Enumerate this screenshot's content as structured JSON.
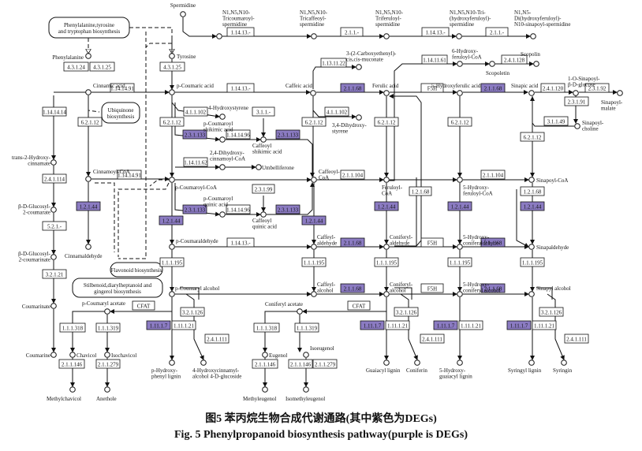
{
  "colors": {
    "deg": "#8B7BC2",
    "line": "#111111",
    "box_border": "#111111"
  },
  "caption": {
    "cn": "图5   苯丙烷生物合成代谢通路(其中紫色为DEGs)",
    "en": "Fig. 5    Phenylpropanoid biosynthesis pathway(purple is DEGs)"
  },
  "maps": [
    {
      "id": "m1",
      "label": [
        "Phenylalanine,tyrosine",
        "and tryptophan biosynthesis"
      ]
    },
    {
      "id": "m2",
      "label": [
        "Ubiquinone",
        "biosynthesis"
      ]
    },
    {
      "id": "m3",
      "label": [
        "Flavonoid biosynthesis"
      ]
    },
    {
      "id": "m4",
      "label": [
        "Stilbenoid,diarylheptanoid and",
        "gingerol biosynthesis"
      ]
    }
  ],
  "compounds": [
    {
      "id": "spermidine",
      "label": [
        "Spermidine"
      ]
    },
    {
      "id": "phenylalanine",
      "label": [
        "Phenylalanine"
      ]
    },
    {
      "id": "tyrosine",
      "label": [
        "Tyrosine"
      ]
    },
    {
      "id": "cinnamic",
      "label": [
        "Cinnamic acid"
      ]
    },
    {
      "id": "pcoumaric",
      "label": [
        "p-Coumaric acid"
      ]
    },
    {
      "id": "tricoumaroyl",
      "label": [
        "N1,N5,N10-",
        "Tricoumaroyl-",
        "spermidine"
      ]
    },
    {
      "id": "tricaffeoyl",
      "label": [
        "N1,N5,N10-",
        "Tricaffeoyl-",
        "spermidine"
      ]
    },
    {
      "id": "triferuloyl",
      "label": [
        "N1,N5,N10-",
        "Triferuloyl-",
        "spermidine"
      ]
    },
    {
      "id": "trihydroxyferuloyl",
      "label": [
        "N1,N5,N10-Tri-",
        "(hydroxyferuloyl)-",
        "spermidine"
      ]
    },
    {
      "id": "dihydroxyferuloyl",
      "label": [
        "N1,N5-",
        "Di(hydroxyferuloyl)-",
        "N10-sinapoyl-spermidine"
      ]
    },
    {
      "id": "carboxyethenyl",
      "label": [
        "3-(2-Carboxyethenyl)-",
        "cis,cis-muconate"
      ]
    },
    {
      "id": "hydroxyferuloylcoa6",
      "label": [
        "6-Hydroxy-",
        "feruloyl-CoA"
      ]
    },
    {
      "id": "scopoletin",
      "label": [
        "Scopoletin"
      ]
    },
    {
      "id": "scopolin",
      "label": [
        "Scopolin"
      ]
    },
    {
      "id": "hydroxystyrene",
      "label": [
        "4-Hydroxystyrene"
      ]
    },
    {
      "id": "caffeic",
      "label": [
        "Caffeic acid"
      ]
    },
    {
      "id": "ferulic",
      "label": [
        "Ferulic acid"
      ]
    },
    {
      "id": "hydroxyferulic",
      "label": [
        "5-Hydroxyferulic acid"
      ]
    },
    {
      "id": "sinapic",
      "label": [
        "Sinapic acid"
      ]
    },
    {
      "id": "sinapoylglucose",
      "label": [
        "1-O-Sinapoyl-",
        "β-D-glucose"
      ]
    },
    {
      "id": "sinapoylmalate",
      "label": [
        "Sinapoyl-",
        "malate"
      ]
    },
    {
      "id": "sinapoylcholine",
      "label": [
        "Sinapoyl-",
        "choline"
      ]
    },
    {
      "id": "dihydroxystyrene",
      "label": [
        "3,4-Dihydroxy-",
        "styrene"
      ]
    },
    {
      "id": "pcoumaroylshikimic",
      "label": [
        "p-Coumaroyl",
        "shikimic acid"
      ]
    },
    {
      "id": "caffeoylshikimic",
      "label": [
        "Caffeoyl",
        "shikimic acid"
      ]
    },
    {
      "id": "dihydroxycinnamoyl",
      "label": [
        "2,4-Dihydroxy-",
        "cinnamoyl-CoA"
      ]
    },
    {
      "id": "umbelliferone",
      "label": [
        "Umbelliferone"
      ]
    },
    {
      "id": "transhydroxycinnamate",
      "label": [
        "trans-2-Hydroxy-",
        "cinnamate"
      ]
    },
    {
      "id": "glucosyl2coumarate",
      "label": [
        "β-D-Glucosyl-",
        "2-coumarate"
      ]
    },
    {
      "id": "glucosyl2coumarinate",
      "label": [
        "β-D-Glucosyl-",
        "2-coumarinate"
      ]
    },
    {
      "id": "coumarinate",
      "label": [
        "Coumarinate"
      ]
    },
    {
      "id": "coumarine",
      "label": [
        "Coumarine"
      ]
    },
    {
      "id": "cinnamoylcoa",
      "label": [
        "Cinnamoyl-CoA"
      ]
    },
    {
      "id": "pcoumaroylcoa",
      "label": [
        "p-Coumaroyl-CoA"
      ]
    },
    {
      "id": "caffeoylcoa",
      "label": [
        "Caffeoyl-",
        "CoA"
      ]
    },
    {
      "id": "feruloylcoa",
      "label": [
        "Feruloyl-",
        "CoA"
      ]
    },
    {
      "id": "hydroxyferuloylcoa5",
      "label": [
        "5-Hydroxy-",
        "feruloyl-CoA"
      ]
    },
    {
      "id": "sinapoylcoa",
      "label": [
        "Sinapoyl-CoA"
      ]
    },
    {
      "id": "pcoumaroylquinic",
      "label": [
        "p-Coumaroyl",
        "quinic acid"
      ]
    },
    {
      "id": "caffeoylquinic",
      "label": [
        "Caffeoyl",
        "quinic acid"
      ]
    },
    {
      "id": "cinnamaldehyde",
      "label": [
        "Cinnamaldehyde"
      ]
    },
    {
      "id": "pcoumaraldehyde",
      "label": [
        "p-Coumaraldehyde"
      ]
    },
    {
      "id": "caffeylaldehyde",
      "label": [
        "Caffeyl-",
        "aldehyde"
      ]
    },
    {
      "id": "coniferylaldehyde",
      "label": [
        "Coniferyl-",
        "aldehyde"
      ]
    },
    {
      "id": "hydroxyconiferaldehyde",
      "label": [
        "5-Hydroxy-",
        "coniferaldehyde"
      ]
    },
    {
      "id": "sinapaldehyde",
      "label": [
        "Sinapaldehyde"
      ]
    },
    {
      "id": "pcoumarylalcohol",
      "label": [
        "p-Coumaryl alcohol"
      ]
    },
    {
      "id": "caffeylalcohol",
      "label": [
        "Caffeyl-",
        "alcohol"
      ]
    },
    {
      "id": "coniferylalcohol",
      "label": [
        "Coniferyl-",
        "alcohol"
      ]
    },
    {
      "id": "hydroxyconiferylalcohol",
      "label": [
        "5-Hydroxy-",
        "coniferyl alcohol"
      ]
    },
    {
      "id": "sinapylalcohol",
      "label": [
        "Sinapyl alcohol"
      ]
    },
    {
      "id": "pcoumarylacetate",
      "label": [
        "p-Coumaryl acetate"
      ]
    },
    {
      "id": "coniferylacetate",
      "label": [
        "Coniferyl acetate"
      ]
    },
    {
      "id": "chavicol",
      "label": [
        "Chavicol"
      ]
    },
    {
      "id": "isochavicol",
      "label": [
        "Isochavicol"
      ]
    },
    {
      "id": "methylchavicol",
      "label": [
        "Methylchavicol"
      ]
    },
    {
      "id": "anethole",
      "label": [
        "Anethole"
      ]
    },
    {
      "id": "eugenol",
      "label": [
        "Eugenol"
      ]
    },
    {
      "id": "isoeugenol",
      "label": [
        "Isoeugenol"
      ]
    },
    {
      "id": "methyleugenol",
      "label": [
        "Methyleugenol"
      ]
    },
    {
      "id": "isomethyleugenol",
      "label": [
        "Isomethyleugenol"
      ]
    },
    {
      "id": "phydroxyphenyllignin",
      "label": [
        "p-Hydroxy-",
        "phenyl lignin"
      ]
    },
    {
      "id": "hydroxycinnamylglucoside",
      "label": [
        "4-Hydroxycinnamyl-",
        "alcohol 4-D-glucoside"
      ]
    },
    {
      "id": "guaiacyllignin",
      "label": [
        "Guaiacyl lignin"
      ]
    },
    {
      "id": "coniferin",
      "label": [
        "Coniferin"
      ]
    },
    {
      "id": "hydroxyguaiacyllignin",
      "label": [
        "5-Hydroxy-",
        "guaiacyl lignin"
      ]
    },
    {
      "id": "syringyllignin",
      "label": [
        "Syringyl lignin"
      ]
    },
    {
      "id": "syringin",
      "label": [
        "Syringin"
      ]
    }
  ],
  "enzymes": [
    {
      "id": "e1",
      "label": "4.3.1.24",
      "deg": false
    },
    {
      "id": "e2",
      "label": "4.3.1.25",
      "deg": false
    },
    {
      "id": "e3",
      "label": "4.3.1.25",
      "deg": false
    },
    {
      "id": "e4",
      "label": "1.14.14.91",
      "deg": false
    },
    {
      "id": "e5",
      "label": "1.14.13.-",
      "deg": false
    },
    {
      "id": "e6",
      "label": "2.1.1.-",
      "deg": false
    },
    {
      "id": "e7",
      "label": "1.14.13.-",
      "deg": false
    },
    {
      "id": "e8",
      "label": "2.1.1.-",
      "deg": false
    },
    {
      "id": "e9",
      "label": "1.13.11.22",
      "deg": false
    },
    {
      "id": "e10",
      "label": "1.14.11.61",
      "deg": false
    },
    {
      "id": "e11",
      "label": "2.4.1.128",
      "deg": false
    },
    {
      "id": "e12",
      "label": "1.14.13.-",
      "deg": false
    },
    {
      "id": "e13",
      "label": "2.1.1.68",
      "deg": true
    },
    {
      "id": "e14",
      "label": "F5H",
      "deg": false
    },
    {
      "id": "e15",
      "label": "2.1.1.68",
      "deg": true
    },
    {
      "id": "e16",
      "label": "2.4.1.120",
      "deg": false
    },
    {
      "id": "e17",
      "label": "2.3.1.92",
      "deg": false
    },
    {
      "id": "e18",
      "label": "2.3.1.91",
      "deg": false
    },
    {
      "id": "e19",
      "label": "3.1.1.49",
      "deg": false
    },
    {
      "id": "e20",
      "label": "1.14.14.14",
      "deg": false
    },
    {
      "id": "e21",
      "label": "6.2.1.12",
      "deg": false
    },
    {
      "id": "e22",
      "label": "4.1.1.102",
      "deg": false
    },
    {
      "id": "e23",
      "label": "6.2.1.12",
      "deg": false
    },
    {
      "id": "e24",
      "label": "3.1.1.-",
      "deg": false
    },
    {
      "id": "e25",
      "label": "4.1.1.102",
      "deg": false
    },
    {
      "id": "e26",
      "label": "6.2.1.12",
      "deg": false
    },
    {
      "id": "e27",
      "label": "6.2.1.12",
      "deg": false
    },
    {
      "id": "e28",
      "label": "6.2.1.12",
      "deg": false
    },
    {
      "id": "e29",
      "label": "6.2.1.12",
      "deg": false
    },
    {
      "id": "e30",
      "label": "2.3.1.133",
      "deg": true
    },
    {
      "id": "e31",
      "label": "1.14.14.96",
      "deg": false
    },
    {
      "id": "e32",
      "label": "2.3.1.133",
      "deg": true
    },
    {
      "id": "e33",
      "label": "1.14.11.62",
      "deg": false
    },
    {
      "id": "e34",
      "label": "2.4.1.114",
      "deg": false
    },
    {
      "id": "e35",
      "label": "1.14.14.91",
      "deg": false
    },
    {
      "id": "e36",
      "label": "2.1.1.104",
      "deg": false
    },
    {
      "id": "e37",
      "label": "2.1.1.104",
      "deg": false
    },
    {
      "id": "e38",
      "label": "1.2.1.68",
      "deg": false
    },
    {
      "id": "e39",
      "label": "1.2.1.68",
      "deg": false
    },
    {
      "id": "e40",
      "label": "2.3.1.99",
      "deg": false
    },
    {
      "id": "e41",
      "label": "1.2.1.44",
      "deg": true
    },
    {
      "id": "e42",
      "label": "5.2.1.-",
      "deg": false
    },
    {
      "id": "e43",
      "label": "2.3.1.133",
      "deg": true
    },
    {
      "id": "e44",
      "label": "1.14.14.96",
      "deg": false
    },
    {
      "id": "e45",
      "label": "2.3.1.133",
      "deg": true
    },
    {
      "id": "e46",
      "label": "1.2.1.44",
      "deg": true
    },
    {
      "id": "e47",
      "label": "1.2.1.44",
      "deg": true
    },
    {
      "id": "e48",
      "label": "1.2.1.44",
      "deg": true
    },
    {
      "id": "e49",
      "label": "1.2.1.44",
      "deg": true
    },
    {
      "id": "e50",
      "label": "1.2.1.44",
      "deg": true
    },
    {
      "id": "e51",
      "label": "1.14.13.-",
      "deg": false
    },
    {
      "id": "e52",
      "label": "2.1.1.68",
      "deg": true
    },
    {
      "id": "e53",
      "label": "F5H",
      "deg": false
    },
    {
      "id": "e54",
      "label": "2.1.1.68",
      "deg": true
    },
    {
      "id": "e55",
      "label": "3.2.1.21",
      "deg": false
    },
    {
      "id": "e56",
      "label": "1.1.1.195",
      "deg": false
    },
    {
      "id": "e57",
      "label": "1.1.1.195",
      "deg": false
    },
    {
      "id": "e58",
      "label": "1.1.1.195",
      "deg": false
    },
    {
      "id": "e59",
      "label": "1.1.1.195",
      "deg": false
    },
    {
      "id": "e60",
      "label": "1.1.1.195",
      "deg": false
    },
    {
      "id": "e61",
      "label": "2.1.1.68",
      "deg": true
    },
    {
      "id": "e62",
      "label": "F5H",
      "deg": false
    },
    {
      "id": "e63",
      "label": "2.1.1.68",
      "deg": true
    },
    {
      "id": "e64",
      "label": "CFAT",
      "deg": false
    },
    {
      "id": "e65",
      "label": "CFAT",
      "deg": false
    },
    {
      "id": "e66",
      "label": "3.2.1.126",
      "deg": false
    },
    {
      "id": "e67",
      "label": "3.2.1.126",
      "deg": false
    },
    {
      "id": "e68",
      "label": "3.2.1.126",
      "deg": false
    },
    {
      "id": "e69",
      "label": "1.1.1.318",
      "deg": false
    },
    {
      "id": "e70",
      "label": "1.1.1.319",
      "deg": false
    },
    {
      "id": "e71",
      "label": "1.11.1.7",
      "deg": true
    },
    {
      "id": "e72",
      "label": "1.11.1.21",
      "deg": false
    },
    {
      "id": "e73",
      "label": "2.4.1.111",
      "deg": false
    },
    {
      "id": "e74",
      "label": "1.1.1.318",
      "deg": false
    },
    {
      "id": "e75",
      "label": "1.1.1.319",
      "deg": false
    },
    {
      "id": "e76",
      "label": "1.11.1.7",
      "deg": true
    },
    {
      "id": "e77",
      "label": "1.11.1.21",
      "deg": false
    },
    {
      "id": "e78",
      "label": "2.4.1.111",
      "deg": false
    },
    {
      "id": "e79",
      "label": "1.11.1.7",
      "deg": true
    },
    {
      "id": "e80",
      "label": "1.11.1.21",
      "deg": false
    },
    {
      "id": "e81",
      "label": "1.11.1.7",
      "deg": true
    },
    {
      "id": "e82",
      "label": "1.11.1.21",
      "deg": false
    },
    {
      "id": "e83",
      "label": "2.4.1.111",
      "deg": false
    },
    {
      "id": "e84",
      "label": "2.1.1.146",
      "deg": false
    },
    {
      "id": "e85",
      "label": "2.1.1.279",
      "deg": false
    },
    {
      "id": "e86",
      "label": "2.1.1.146",
      "deg": false
    },
    {
      "id": "e87",
      "label": "2.1.1.146",
      "deg": false
    },
    {
      "id": "e88",
      "label": "2.1.1.279",
      "deg": false
    }
  ]
}
